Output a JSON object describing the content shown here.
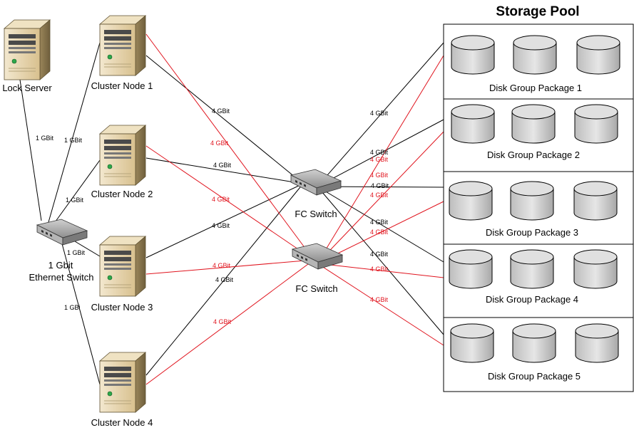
{
  "storage_pool": {
    "title": "Storage Pool",
    "groups": [
      {
        "label": "Disk Group Package 1"
      },
      {
        "label": "Disk Group Package 2"
      },
      {
        "label": "Disk Group Package 3"
      },
      {
        "label": "Disk Group Package 4"
      },
      {
        "label": "Disk Group Package 5"
      }
    ]
  },
  "nodes": {
    "lock_server": "Lock Server",
    "cluster_node_1": "Cluster Node 1",
    "cluster_node_2": "Cluster Node 2",
    "cluster_node_3": "Cluster Node 3",
    "cluster_node_4": "Cluster Node 4",
    "ethernet_switch_line1": "1 Gbit",
    "ethernet_switch_line2": "Ethernet Switch",
    "fc_switch_1": "FC Switch",
    "fc_switch_2": "FC Switch"
  },
  "link_labels": {
    "lock_eth": "1 GBit",
    "n1_eth": "1 GBit",
    "n2_eth": "1 GBit",
    "n3_eth": "1 GBit",
    "n4_eth": "1 GBi",
    "n1_fc1": "4 GBit",
    "n1_fc2": "4 GBit",
    "n2_fc1": "4 GBit",
    "n2_fc2": "4 GBit",
    "n3_fc1": "4 GBit",
    "n3_fc2": "4 GBit",
    "n4_fc1": "4 GBit",
    "n4_fc2": "4 GBit",
    "fc1_g1": "4 GBit",
    "fc1_g2": "4 GBit",
    "fc1_g3": "4 GBit",
    "fc1_g4": "4 GBit",
    "fc1_g5": "4 GBit",
    "fc2_g1": "4 GBit",
    "fc2_g2": "4 GBit",
    "fc2_g3": "4 GBit",
    "fc2_g4": "4 GBit",
    "fc2_g5": "4 GBit"
  },
  "colors": {
    "primary_wire": "#000000",
    "secondary_wire": "#e0141e",
    "server_body": "#e2cfa6",
    "disk_fill": "#d9d9d9"
  }
}
